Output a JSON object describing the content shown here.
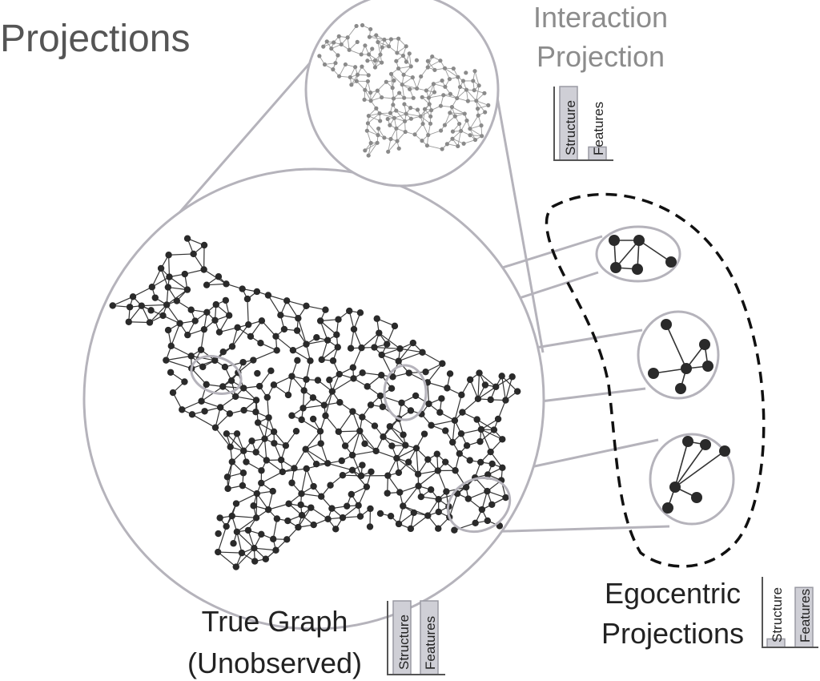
{
  "title": "Projections",
  "interaction": {
    "label_line1": "Interaction",
    "label_line2": "Projection",
    "bars": {
      "structure": {
        "label": "Structure",
        "level": 1.0
      },
      "features": {
        "label": "Features",
        "level": 0.18
      }
    }
  },
  "true_graph": {
    "label_line1": "True Graph",
    "label_line2": "(Unobserved)",
    "bars": {
      "structure": {
        "label": "Structure",
        "level": 1.0
      },
      "features": {
        "label": "Features",
        "level": 1.0
      }
    }
  },
  "egocentric": {
    "label_line1": "Egocentric",
    "label_line2": "Projections",
    "bars": {
      "structure": {
        "label": "Structure",
        "level": 0.12
      },
      "features": {
        "label": "Features",
        "level": 0.85
      }
    }
  },
  "colors": {
    "outline": "#b5b3bb",
    "node": "#2a2a2a",
    "edge": "#333333",
    "light_node": "#8a8a8a",
    "bar_fill": "#cfcfd6",
    "title_gray": "#8c8c8c",
    "dashed": "#111111"
  },
  "icons": [
    "graph-network",
    "zoom-lens",
    "bar-chart-mini"
  ]
}
